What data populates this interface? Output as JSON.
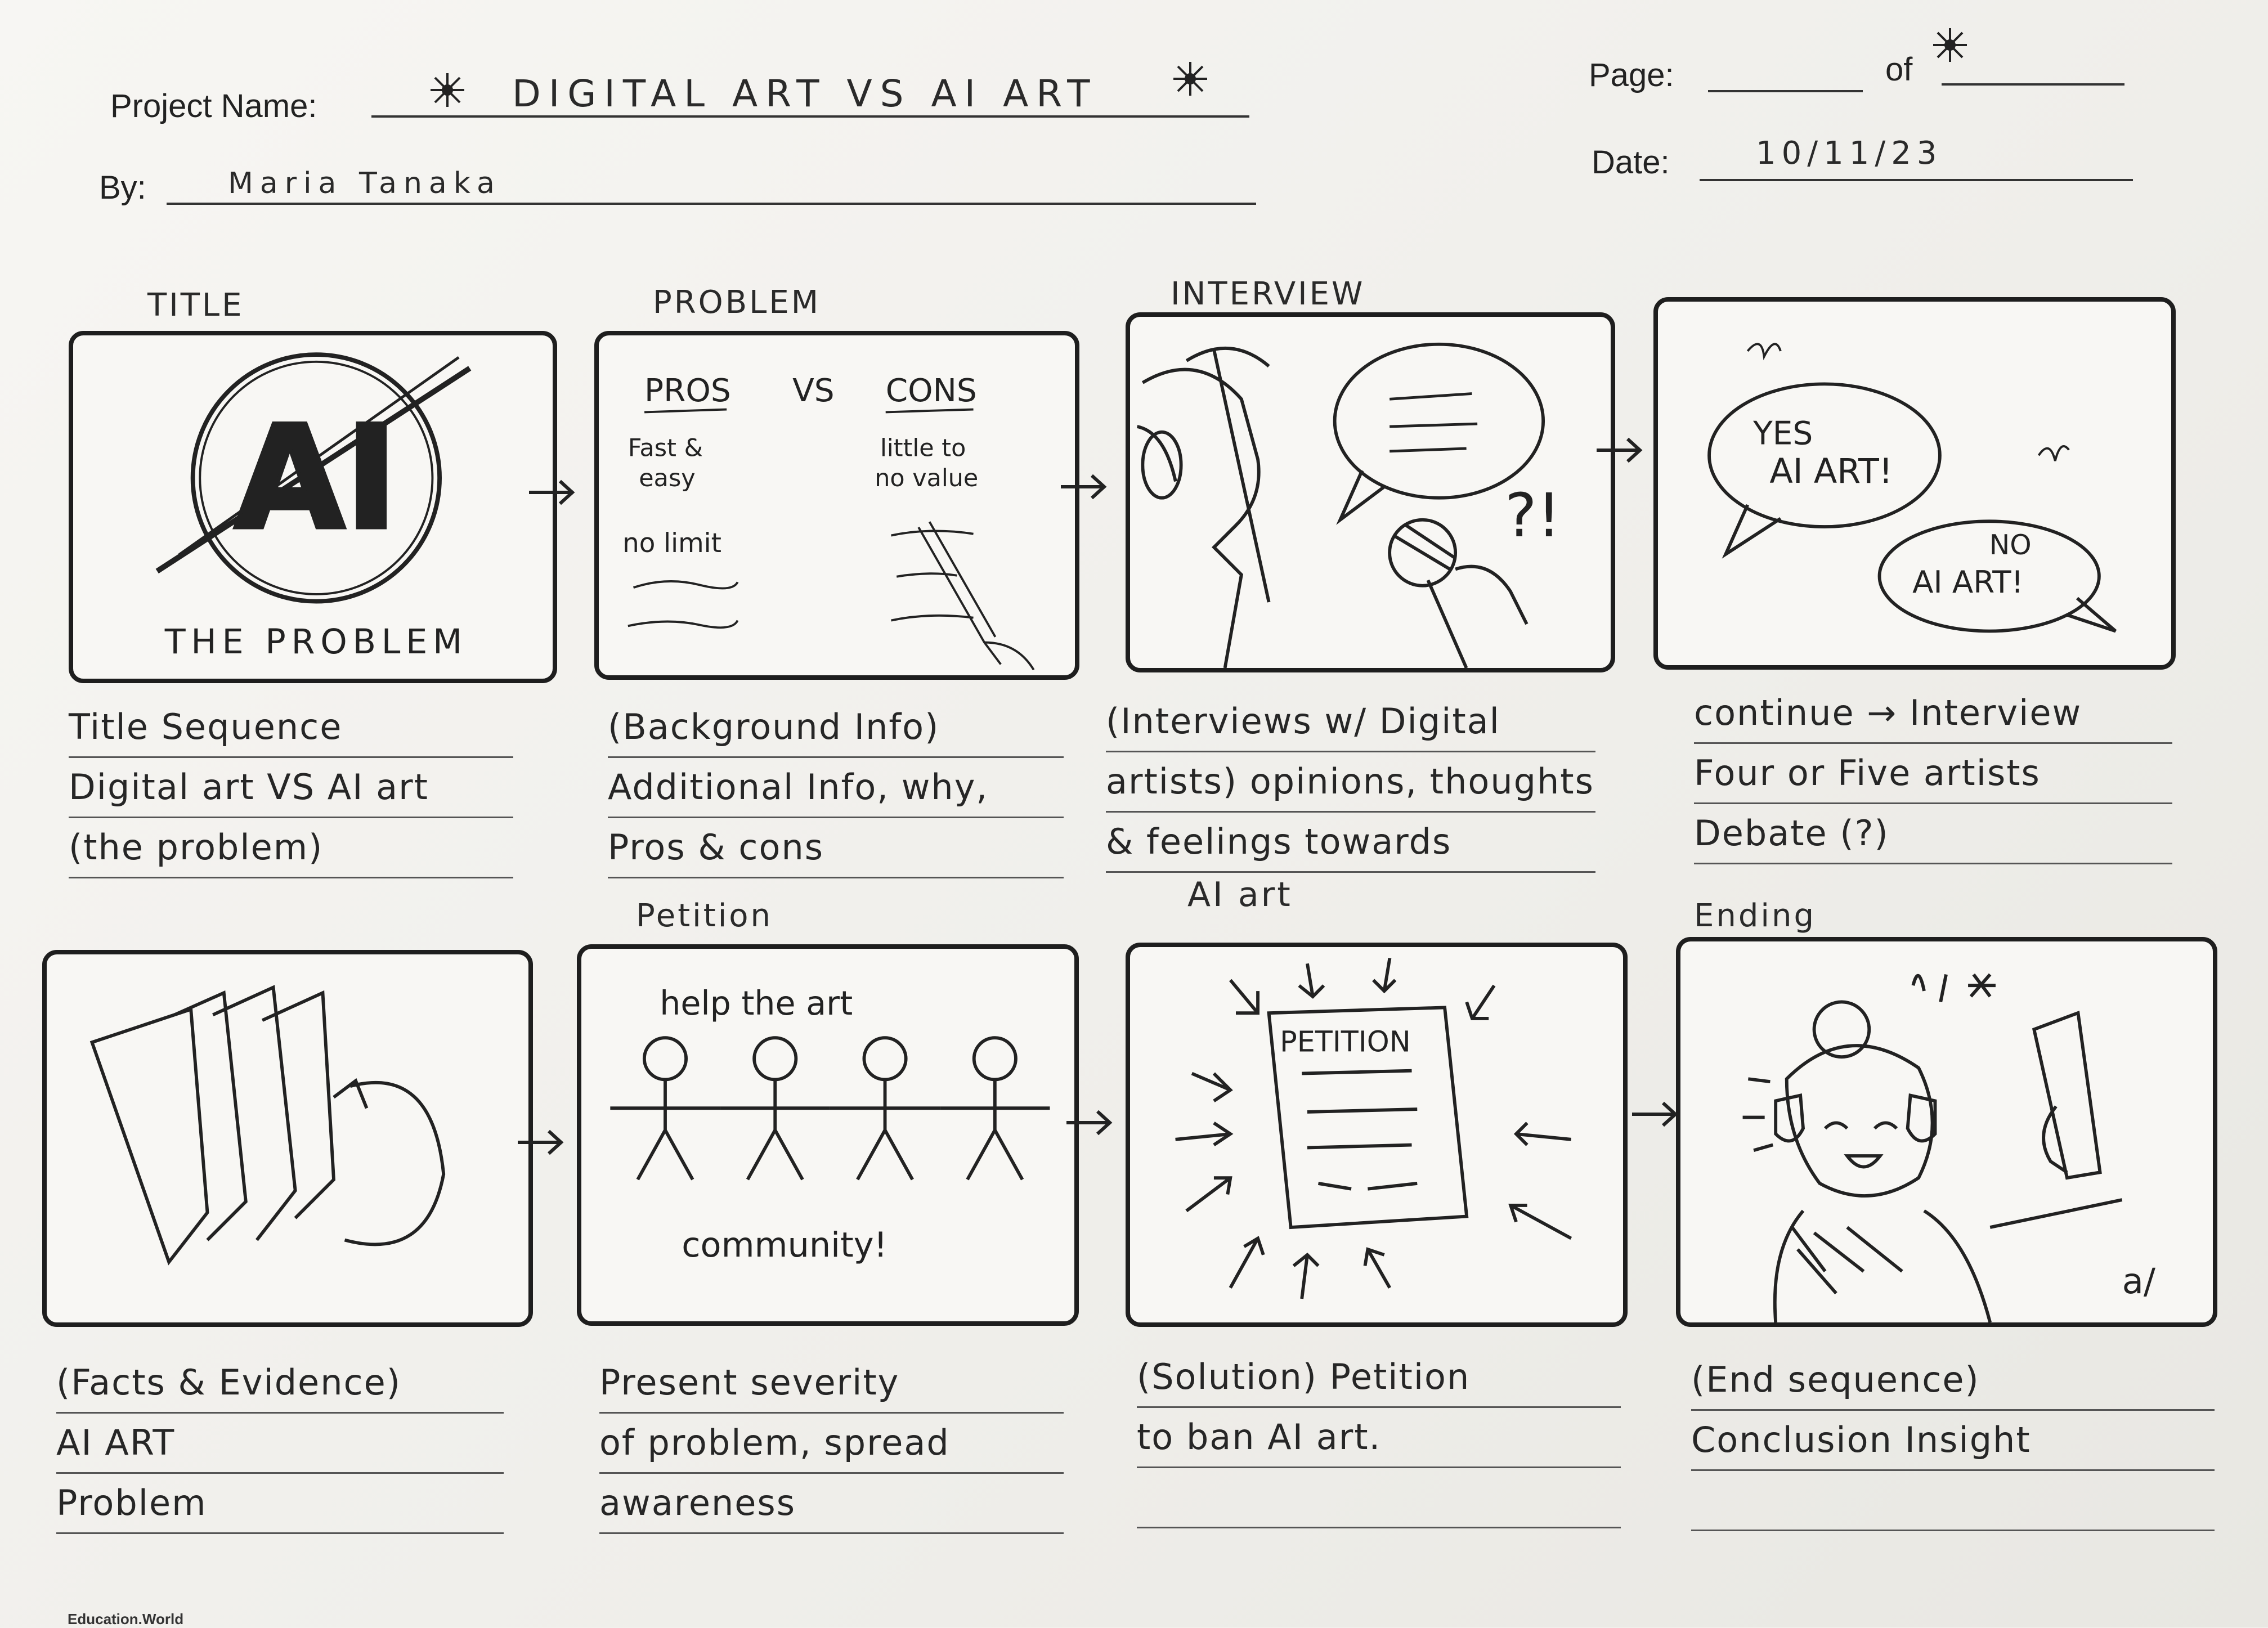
{
  "header": {
    "project_label": "Project Name:",
    "project_value": "DIGITAL ART VS AI ART",
    "by_label": "By:",
    "by_value": "Maria Tanaka",
    "page_label": "Page:",
    "of_label": "of",
    "date_label": "Date:",
    "date_value": "10/11/23"
  },
  "panels": [
    {
      "heading": "TITLE",
      "sketch": {
        "logo_letters": "AI",
        "caption": "THE PROBLEM"
      },
      "notes": [
        "Title Sequence",
        "Digital art VS AI art",
        "(the problem)"
      ]
    },
    {
      "heading": "PROBLEM",
      "sketch": {
        "pros": "PROS",
        "vs": "VS",
        "cons": "CONS",
        "pro_1a": "Fast &",
        "pro_1b": "easy",
        "pro_2": "no limit",
        "con_1a": "little to",
        "con_1b": "no value"
      },
      "notes": [
        "(Background Info)",
        "Additional Info, why,",
        "Pros & cons"
      ]
    },
    {
      "heading": "INTERVIEW",
      "sketch": {
        "exclaim": "?!"
      },
      "notes": [
        "(Interviews w/ Digital",
        "artists) opinions, thoughts",
        "& feelings towards"
      ],
      "extra_note": "AI art"
    },
    {
      "heading": "",
      "sketch": {
        "bubble_1a": "YES",
        "bubble_1b": "AI ART!",
        "bubble_2a": "NO",
        "bubble_2b": "AI ART!"
      },
      "notes": [
        "continue → Interview",
        "Four or Five artists",
        "Debate (?)"
      ]
    },
    {
      "heading": "",
      "sketch": {},
      "notes": [
        "(Facts & Evidence)",
        "AI ART",
        "Problem"
      ]
    },
    {
      "heading": "Petition",
      "sketch": {
        "top_text": "help the art",
        "bottom_text": "community!"
      },
      "notes": [
        "Present severity",
        "of problem, spread",
        "awareness"
      ]
    },
    {
      "heading": "",
      "sketch": {
        "petition_title": "PETITION"
      },
      "notes": [
        "(Solution) Petition",
        "to ban AI art.",
        ""
      ]
    },
    {
      "heading": "Ending",
      "sketch": {
        "signature": "a/"
      },
      "notes": [
        "(End sequence)",
        "Conclusion Insight",
        ""
      ]
    }
  ],
  "footer_text": "Education.World"
}
